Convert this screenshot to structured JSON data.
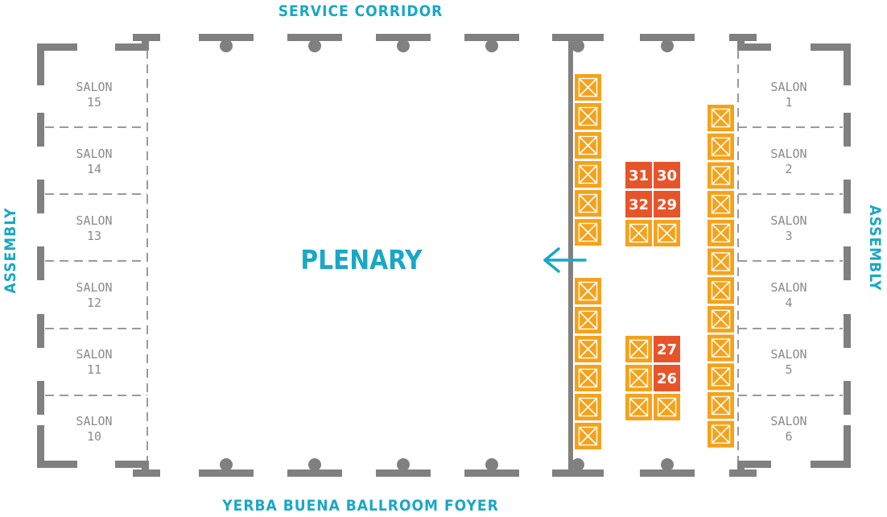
{
  "labels": {
    "top": "SERVICE CORRIDOR",
    "bottom": "YERBA BUENA BALLROOM FOYER",
    "left": "ASSEMBLY",
    "right": "ASSEMBLY",
    "center": "PLENARY"
  },
  "salons_left": [
    {
      "name": "SALON",
      "number": "15"
    },
    {
      "name": "SALON",
      "number": "14"
    },
    {
      "name": "SALON",
      "number": "13"
    },
    {
      "name": "SALON",
      "number": "12"
    },
    {
      "name": "SALON",
      "number": "11"
    },
    {
      "name": "SALON",
      "number": "10"
    }
  ],
  "salons_right": [
    {
      "name": "SALON",
      "number": "1"
    },
    {
      "name": "SALON",
      "number": "2"
    },
    {
      "name": "SALON",
      "number": "3"
    },
    {
      "name": "SALON",
      "number": "4"
    },
    {
      "name": "SALON",
      "number": "5"
    },
    {
      "name": "SALON",
      "number": "6"
    }
  ],
  "booths_numbered": [
    "31",
    "30",
    "32",
    "29",
    "27",
    "26"
  ],
  "colors": {
    "wall": "#808080",
    "accent": "#1aa7c6",
    "booth_open": "#f5a21b",
    "booth_assigned": "#e8542a",
    "salon_text": "#8a8a8a",
    "dashed": "#9a9a9a"
  },
  "icons": {
    "arrow": "arrow-left-icon",
    "booth_open": "booth-x-icon"
  }
}
